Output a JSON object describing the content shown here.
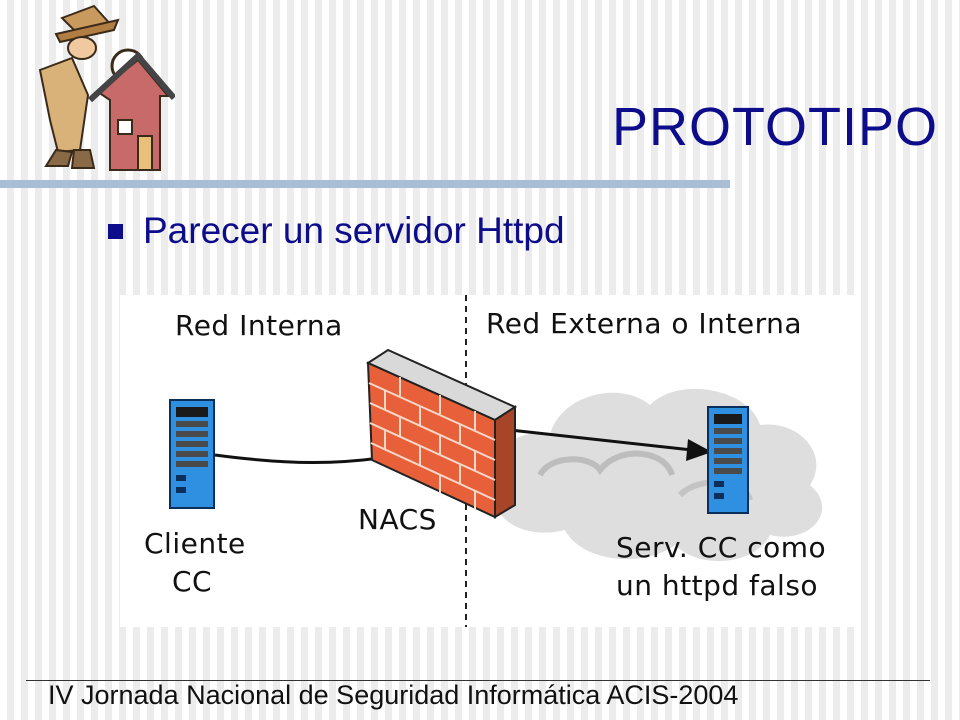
{
  "slide": {
    "title": "PROTOTIPO",
    "bullet": "Parecer un servidor Httpd",
    "footer": "IV Jornada Nacional de Seguridad Informática ACIS-2004"
  },
  "diagram": {
    "internal_label": "Red Interna",
    "external_label": "Red Externa o Interna",
    "firewall_label": "NACS",
    "client_label_1": "Cliente",
    "client_label_2": "CC",
    "server_label_1": "Serv. CC como",
    "server_label_2": "un httpd falso"
  },
  "icons": {
    "clipart": "detective-with-magnifier-icon",
    "client": "server-tower-icon",
    "server": "server-tower-icon",
    "firewall": "brick-wall-icon",
    "cloud": "cloud-icon"
  },
  "colors": {
    "title": "#0d0d8c",
    "rule": "#a9bdd6",
    "server_blue": "#2f8fe0",
    "brick": "#e8603a"
  }
}
